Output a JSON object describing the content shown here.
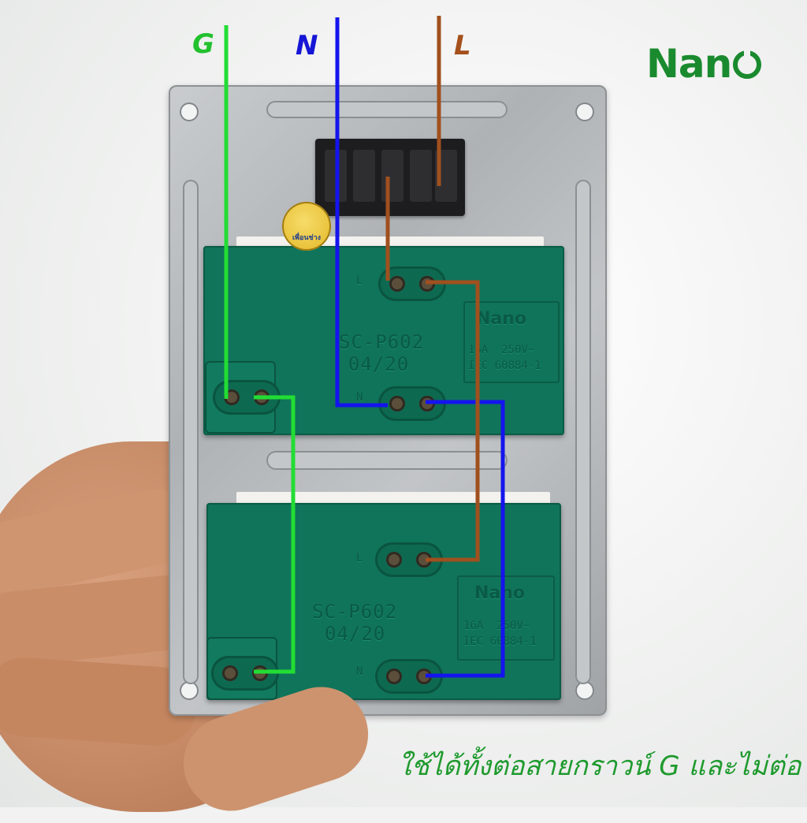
{
  "labels": {
    "ground": "G",
    "neutral": "N",
    "live": "L"
  },
  "brand": {
    "name": "Nan",
    "ring": "o"
  },
  "sticker_text": "เพื่อนช่าง",
  "sockets": [
    {
      "model": "SC-P602",
      "date": "04/20",
      "terminal_l": "L",
      "terminal_n": "N",
      "brand": "Nano",
      "rating": "16A  250V~",
      "standard": "IEC 60884-1"
    },
    {
      "model": "SC-P602",
      "date": "04/20",
      "terminal_l": "L",
      "terminal_n": "N",
      "brand": "Nano",
      "rating": "16A  250V~",
      "standard": "IEC 60884-1"
    }
  ],
  "caption": "ใช้ได้ทั้งต่อสายกราวน์ G และไม่ต่อ",
  "colors": {
    "ground_wire": "#22dd33",
    "neutral_wire": "#1414ee",
    "live_wire": "#a0501e",
    "brand": "#1a8a2e",
    "caption": "#1f9a2e",
    "socket_body": "#10745a"
  }
}
